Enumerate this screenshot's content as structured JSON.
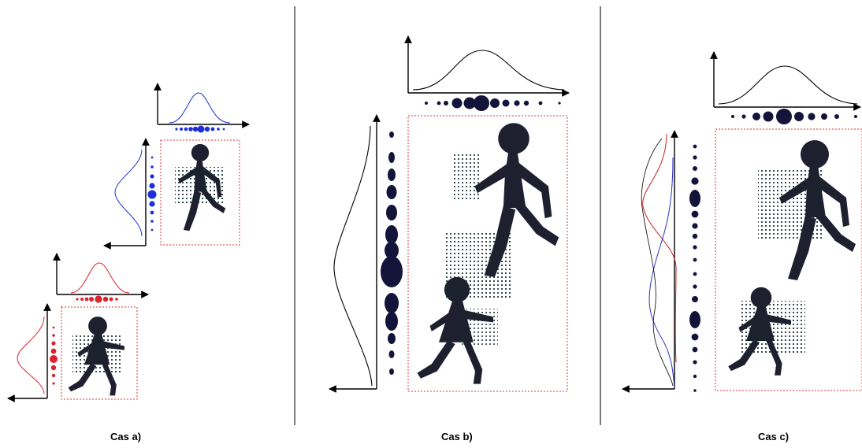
{
  "captions": {
    "case_a": "Cas a)",
    "case_b": "Cas b)",
    "case_c": "Cas c)"
  },
  "colors": {
    "case_a_upper_accent": "#1f2fd6",
    "case_a_lower_accent": "#e0202e",
    "case_c_curve_red": "#cc2020",
    "case_c_curve_blue": "#3030c0",
    "figure": "#1e2030",
    "roi_border": "#e03030",
    "axis": "#000000"
  }
}
